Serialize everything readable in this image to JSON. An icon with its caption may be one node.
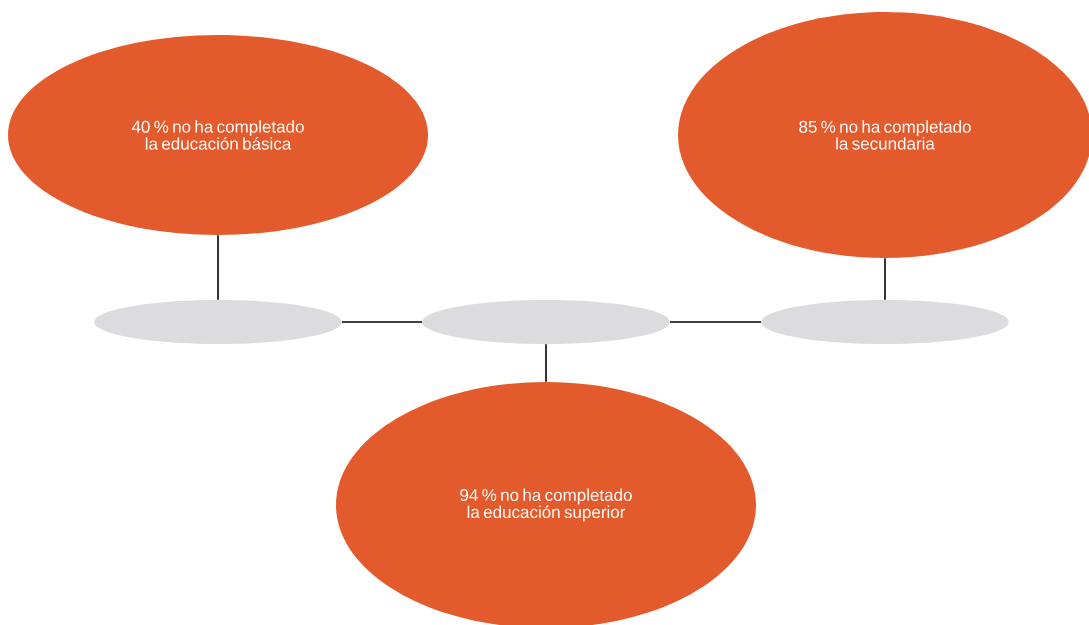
{
  "diagram": {
    "nodes": [
      {
        "text": [
          "40 % no ha completado la educación básica"
        ]
      },
      {
        "text": [
          "85 % no ha completado la secundaria"
        ]
      },
      {
        "text": [
          "94 % no ha completado la educación superior"
        ]
      },
      {
        "text": [],
        "shape": "ellipse"
      },
      {
        "text": [],
        "shape": "ellipse"
      },
      {
        "text": [],
        "shape": "ellipse"
      }
    ],
    "edges": [
      {
        "from": 0,
        "to": 3,
        "arrow": "none"
      },
      {
        "from": 1,
        "to": 5,
        "arrow": "none"
      },
      {
        "from": 3,
        "to": 4,
        "arrow": "none"
      },
      {
        "from": 4,
        "to": 5,
        "arrow": "none"
      },
      {
        "from": 4,
        "to": 2,
        "arrow": "none"
      }
    ]
  }
}
